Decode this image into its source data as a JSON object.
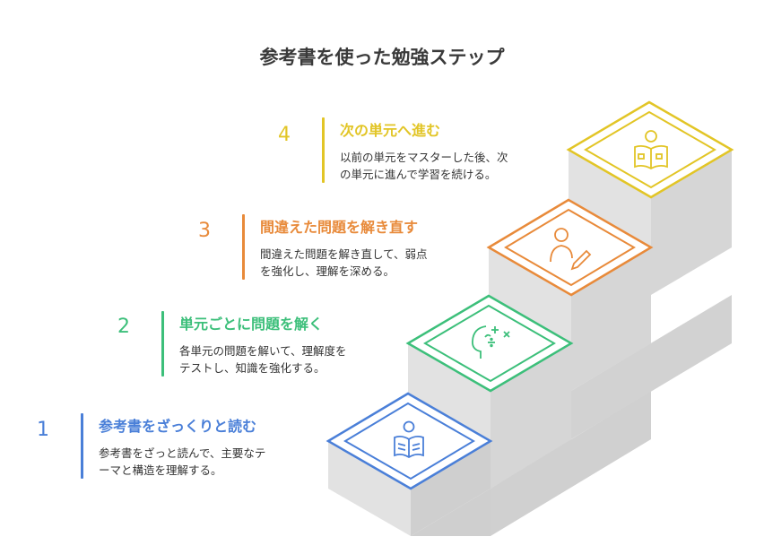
{
  "title": "参考書を使った勉強ステップ",
  "steps": [
    {
      "number": "1",
      "title": "参考書をざっくりと読む",
      "desc_line1": "参考書をざっと読んで、主要なテ",
      "desc_line2": "ーマと構造を理解する。",
      "color": "#4a7fd8",
      "icon": "book-reader-icon"
    },
    {
      "number": "2",
      "title": "単元ごとに問題を解く",
      "desc_line1": "各単元の問題を解いて、理解度を",
      "desc_line2": "テストし、知識を強化する。",
      "color": "#3cbf7a",
      "icon": "head-math-icon"
    },
    {
      "number": "3",
      "title": "間違えた問題を解き直す",
      "desc_line1": "間違えた問題を解き直して、弱点",
      "desc_line2": "を強化し、理解を深める。",
      "color": "#e88a3a",
      "icon": "writer-pencil-icon"
    },
    {
      "number": "4",
      "title": "次の単元へ進む",
      "desc_line1": "以前の単元をマスターした後、次",
      "desc_line2": "の単元に進んで学習を続ける。",
      "color": "#e2c526",
      "icon": "book-reader-icon"
    }
  ]
}
